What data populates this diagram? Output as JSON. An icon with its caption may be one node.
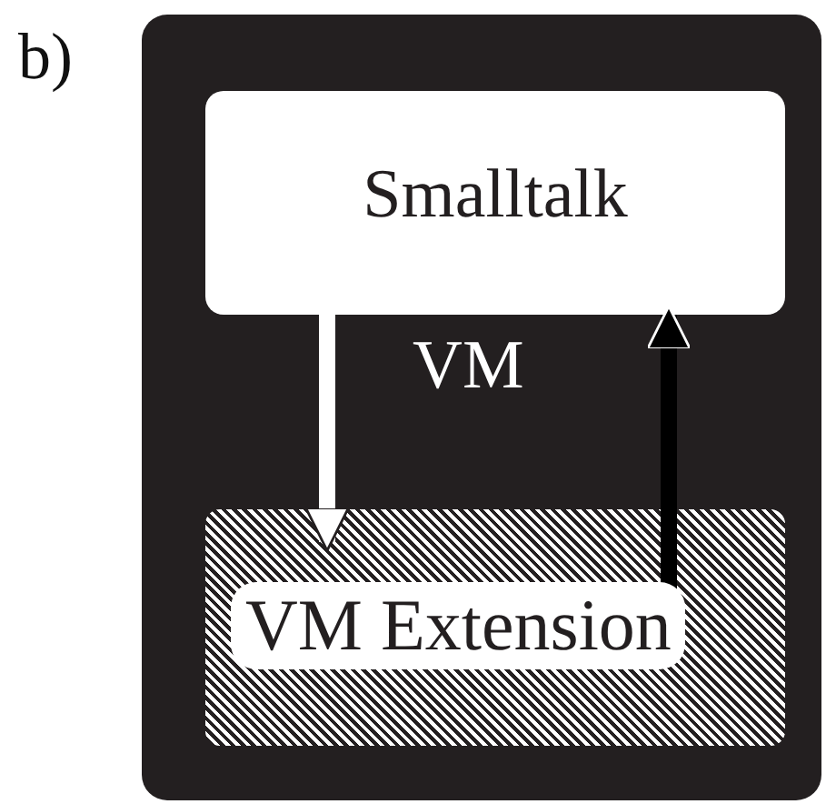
{
  "diagram": {
    "nodes": [
      {
        "text": [
          "VM"
        ]
      },
      {
        "text": [
          "Smalltalk"
        ],
        "in": 0
      },
      {
        "text": [
          "VM Extension"
        ],
        "in": 0
      }
    ],
    "edges": [
      {
        "from": 1,
        "to": 2,
        "arrow": "to",
        "color": "#ffffff"
      },
      {
        "from": 2,
        "to": 1,
        "arrow": "to",
        "color": "#000000"
      }
    ],
    "labels": [
      "b)"
    ]
  }
}
